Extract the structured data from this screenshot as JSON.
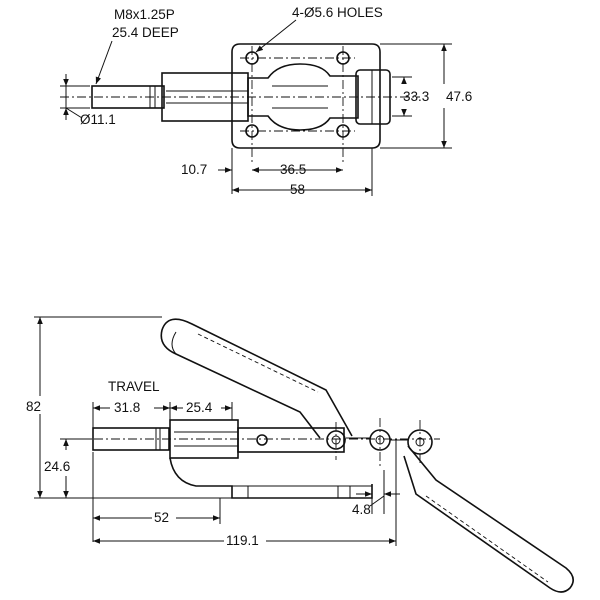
{
  "top_view": {
    "thread_note_line1": "M8x1.25P",
    "thread_note_line2": "25.4 DEEP",
    "holes_note": "4-Ø5.6 HOLES",
    "dim_bore": "Ø11.1",
    "dim_hole_spacing_v": "33.3",
    "dim_base_height": "47.6",
    "dim_edge": "10.7",
    "dim_hole_spacing_h": "36.5",
    "dim_base_width": "58"
  },
  "side_view": {
    "travel_label": "TRAVEL",
    "dim_travel": "31.8",
    "dim_body": "25.4",
    "dim_total_height": "82",
    "dim_axis_height": "24.6",
    "dim_plunger_reach": "52",
    "dim_total_length": "119.1",
    "dim_base_offset": "4.8"
  },
  "colors": {
    "line": "#111111",
    "background": "#ffffff"
  }
}
